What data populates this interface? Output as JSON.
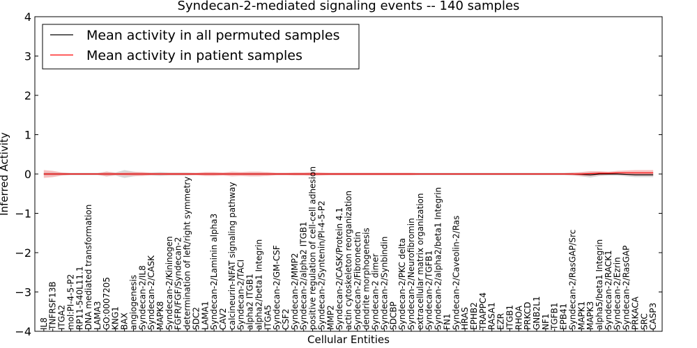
{
  "chart_data": {
    "type": "line",
    "title": "Syndecan-2-mediated signaling events -- 140 samples",
    "xlabel": "Cellular Entities",
    "ylabel": "Inferred Activity",
    "ylim": [
      -4,
      4
    ],
    "yticks": [
      4,
      3,
      2,
      1,
      0,
      -1,
      -2,
      -3,
      -4
    ],
    "ytick_labels": [
      "4",
      "3",
      "2",
      "1",
      "0",
      "−1",
      "−2",
      "−3",
      "−4"
    ],
    "grid": false,
    "legend_position": "top-left",
    "categories": [
      "IL8",
      "TNFRSF13B",
      "ITGA2",
      "mol:PI-4-5-P2",
      "RP11-540L11.1",
      "DNA mediated transformation",
      "LAMA3",
      "GO:0007205",
      "KNG1",
      "BAX",
      "angiogenesis",
      "Syndecan-2/IL8",
      "Syndecan-2/CASK",
      "MAPK8",
      "Syndecan-2/Kininogen",
      "FGFR/FGF/Syndecan-2",
      "determination of left/right symmetry",
      "SDC2",
      "LAMA1",
      "Syndecan-2/Laminin alpha3",
      "CAV2",
      "calcineurin-NFAT signaling pathway",
      "Syndecan-2/TACI",
      "alpha2 ITGB1",
      "alpha2/beta1 Integrin",
      "ITGA5",
      "Syndecan-2/GM-CSF",
      "CSF2",
      "Syndecan-2/MMP2",
      "Syndecan-2/alpha2 ITGB1",
      "positive regulation of cell-cell adhesion",
      "Syndecan-2/Syntenin/PI-4-5-P2",
      "MMP2",
      "Syndecan-2/CASK/Protein 4.1",
      "actin cytoskeleton reorganization",
      "Syndecan-2/Fibronectin",
      "dendrite morphogenesis",
      "Syndecan-2 dimer",
      "Syndecan-2/Synbindin",
      "SDCBP",
      "Syndecan-2/PKC delta",
      "Syndecan-2/Neurofibromin",
      "extracellular matrix organization",
      "Syndecan-2/TGFB1",
      "Syndecan-2/alpha2/beta1 Integrin",
      "FN1",
      "Syndecan-2/Caveolin-2/Ras",
      "HRAS",
      "EPHB2",
      "TRAPPC4",
      "RASA1",
      "EZR",
      "ITGB1",
      "RHOA",
      "PRKCD",
      "GNB2L1",
      "NF1",
      "TGFB1",
      "EPB41",
      "Syndecan-2/RasGAP/Src",
      "MAPK1",
      "MAPK3",
      "alpha5/beta1 Integrin",
      "Syndecan-2/RACK1",
      "Syndecan-2/Ezrin",
      "Syndecan-2/RasGAP",
      "PRKACA",
      "SRC",
      "CASP3"
    ],
    "series": [
      {
        "name": "Mean activity in all permuted samples",
        "color": "#000000",
        "band_color": "#c8c8c8",
        "values": [
          0,
          0,
          0,
          0,
          0,
          0,
          0,
          0,
          0,
          0,
          0,
          0,
          0,
          0,
          0,
          0,
          0,
          0,
          0,
          0,
          0,
          0,
          0,
          0,
          0,
          0,
          0,
          0,
          0,
          0,
          0,
          0,
          0,
          0,
          0,
          0,
          0,
          0,
          0,
          0,
          0,
          0,
          0,
          0,
          0,
          0,
          0,
          0,
          0,
          0,
          0,
          0,
          0,
          0,
          0,
          0,
          0,
          0,
          0,
          0,
          -0.01,
          -0.02,
          0,
          0,
          0,
          -0.01,
          -0.02,
          -0.02,
          -0.02
        ],
        "spread": [
          0.05,
          0.05,
          0.04,
          0.03,
          0.03,
          0.03,
          0.03,
          0.06,
          0.04,
          0.1,
          0.06,
          0.04,
          0.04,
          0.05,
          0.04,
          0.04,
          0.04,
          0.03,
          0.03,
          0.03,
          0.03,
          0.03,
          0.03,
          0.04,
          0.04,
          0.03,
          0.03,
          0.03,
          0.03,
          0.03,
          0.03,
          0.03,
          0.03,
          0.03,
          0.03,
          0.03,
          0.03,
          0.03,
          0.03,
          0.03,
          0.03,
          0.03,
          0.03,
          0.03,
          0.03,
          0.03,
          0.03,
          0.03,
          0.03,
          0.03,
          0.03,
          0.03,
          0.03,
          0.03,
          0.03,
          0.03,
          0.03,
          0.03,
          0.03,
          0.04,
          0.05,
          0.07,
          0.05,
          0.04,
          0.04,
          0.05,
          0.06,
          0.06,
          0.06
        ]
      },
      {
        "name": "Mean activity in patient samples",
        "color": "#ff0000",
        "band_color": "#f4a0a0",
        "values": [
          0,
          0,
          0,
          0,
          0,
          0,
          0,
          0,
          0,
          0,
          0,
          0,
          0,
          0,
          0,
          0,
          0,
          0,
          0,
          0,
          0,
          0,
          0,
          0,
          0,
          0,
          0,
          0,
          0,
          0,
          0,
          0,
          0,
          0,
          0,
          0,
          0,
          0,
          0,
          0,
          0,
          0,
          0,
          0,
          0,
          0,
          0,
          0,
          0,
          0,
          0,
          0,
          0,
          0,
          0,
          0,
          0,
          0,
          0,
          0,
          0,
          0.01,
          0.02,
          0.02,
          0.03,
          0.03,
          0.03,
          0.03,
          0.03
        ],
        "spread": [
          0.1,
          0.08,
          0.04,
          0.02,
          0.02,
          0.02,
          0.02,
          0.06,
          0.03,
          0.04,
          0.05,
          0.05,
          0.03,
          0.03,
          0.03,
          0.03,
          0.03,
          0.03,
          0.05,
          0.05,
          0.04,
          0.06,
          0.05,
          0.06,
          0.06,
          0.05,
          0.03,
          0.03,
          0.04,
          0.04,
          0.05,
          0.04,
          0.03,
          0.03,
          0.03,
          0.03,
          0.03,
          0.03,
          0.03,
          0.03,
          0.03,
          0.03,
          0.02,
          0.02,
          0.02,
          0.02,
          0.02,
          0.02,
          0.02,
          0.02,
          0.02,
          0.02,
          0.02,
          0.02,
          0.02,
          0.02,
          0.02,
          0.02,
          0.02,
          0.03,
          0.05,
          0.06,
          0.05,
          0.04,
          0.05,
          0.06,
          0.07,
          0.07,
          0.07
        ]
      }
    ]
  }
}
